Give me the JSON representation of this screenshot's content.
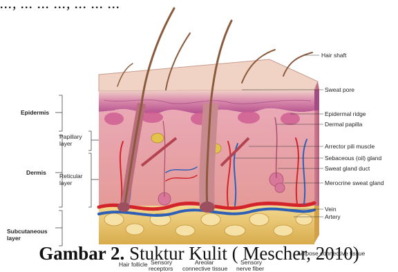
{
  "top_text": "..., ... ... ..., ... ... ...",
  "labels": {
    "hair_shaft": "Hair shaft",
    "sweat_pore": "Sweat pore",
    "epidermal_ridge": "Epidermal ridge",
    "dermal_papilla": "Dermal papilla",
    "arrector_pili": "Arrector pili muscle",
    "sebaceous": "Sebaceous (oil) gland",
    "sweat_duct": "Sweat gland duct",
    "merocrine": "Merocrine sweat gland",
    "vein": "Vein",
    "artery": "Artery",
    "adipose": "Adipose connective tissue",
    "epidermis": "Epidermis",
    "papillary_1": "Papillary",
    "papillary_2": "layer",
    "dermis": "Dermis",
    "reticular_1": "Reticular",
    "reticular_2": "layer",
    "subcutaneous_1": "Subcutaneous",
    "subcutaneous_2": "layer",
    "hair_follicle": "Hair follicle",
    "sensory_receptors_1": "Sensory",
    "sensory_receptors_2": "receptors",
    "areolar_1": "Areolar",
    "areolar_2": "connective tissue",
    "sensory_nerve_1": "Sensory",
    "sensory_nerve_2": "nerve fiber"
  },
  "caption": {
    "bold": "Gambar 2.",
    "text": " Stuktur Kulit ( Mescher, 2010)"
  },
  "colors": {
    "epidermis": "#c06aa0",
    "dermis": "#e7a6a8",
    "fat": "#e9c46b",
    "vein": "#2e5fb7",
    "artery": "#d3242b",
    "hair": "#8a5a3c"
  }
}
